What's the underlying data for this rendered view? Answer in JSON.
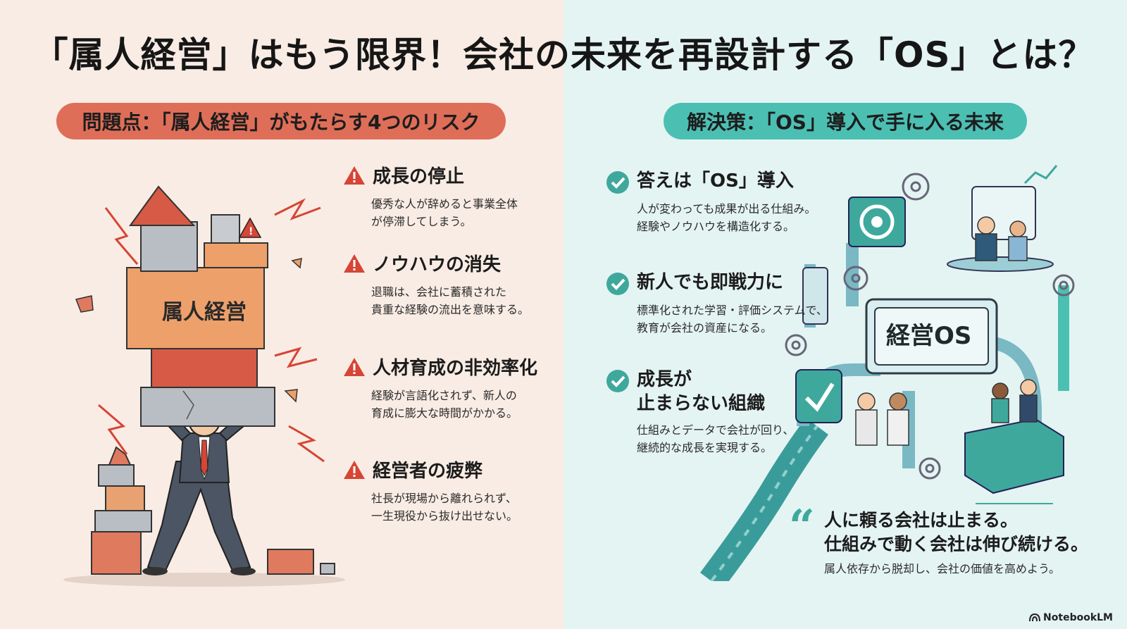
{
  "title": "「属人経営」はもう限界！会社の未来を再設計する「OS」とは？",
  "problem": {
    "heading": "問題点：「属人経営」がもたらす4つのリスク",
    "box_label": "属人経営",
    "risks": [
      {
        "title": "成長の停止",
        "desc": "優秀な人が辞めると事業全体\nが停滞してしまう。"
      },
      {
        "title": "ノウハウの消失",
        "desc": "退職は、会社に蓄積された\n貴重な経験の流出を意味する。"
      },
      {
        "title": "人材育成の非効率化",
        "desc": "経験が言語化されず、新人の\n育成に膨大な時間がかかる。"
      },
      {
        "title": "経営者の疲弊",
        "desc": "社長が現場から離れられず、\n一生現役から抜け出せない。"
      }
    ]
  },
  "solution": {
    "heading": "解決策：「OS」導入で手に入る未来",
    "os_label": "経営OS",
    "items": [
      {
        "title": "答えは「OS」導入",
        "desc": "人が変わっても成果が出る仕組み。\n経験やノウハウを構造化する。"
      },
      {
        "title": "新人でも即戦力に",
        "desc": "標準化された学習・評価システムで、\n教育が会社の資産になる。"
      },
      {
        "title": "成長が\n止まらない組織",
        "desc": "仕組みとデータで会社が回り、\n継続的な成長を実現する。"
      }
    ],
    "quote": {
      "line1": "人に頼る会社は止まる。",
      "line2": "仕組みで動く会社は伸び続ける。",
      "sub": "属人依存から脱却し、会社の価値を高めよう。"
    }
  },
  "brand": "NotebookLM",
  "colors": {
    "left_bg": "#f9ece4",
    "right_bg": "#e4f4f3",
    "problem_accent": "#df6e58",
    "solution_accent": "#4cbfb3"
  },
  "icons": [
    "warning-icon",
    "check-circle-icon",
    "gear-icon",
    "quote-icon"
  ]
}
